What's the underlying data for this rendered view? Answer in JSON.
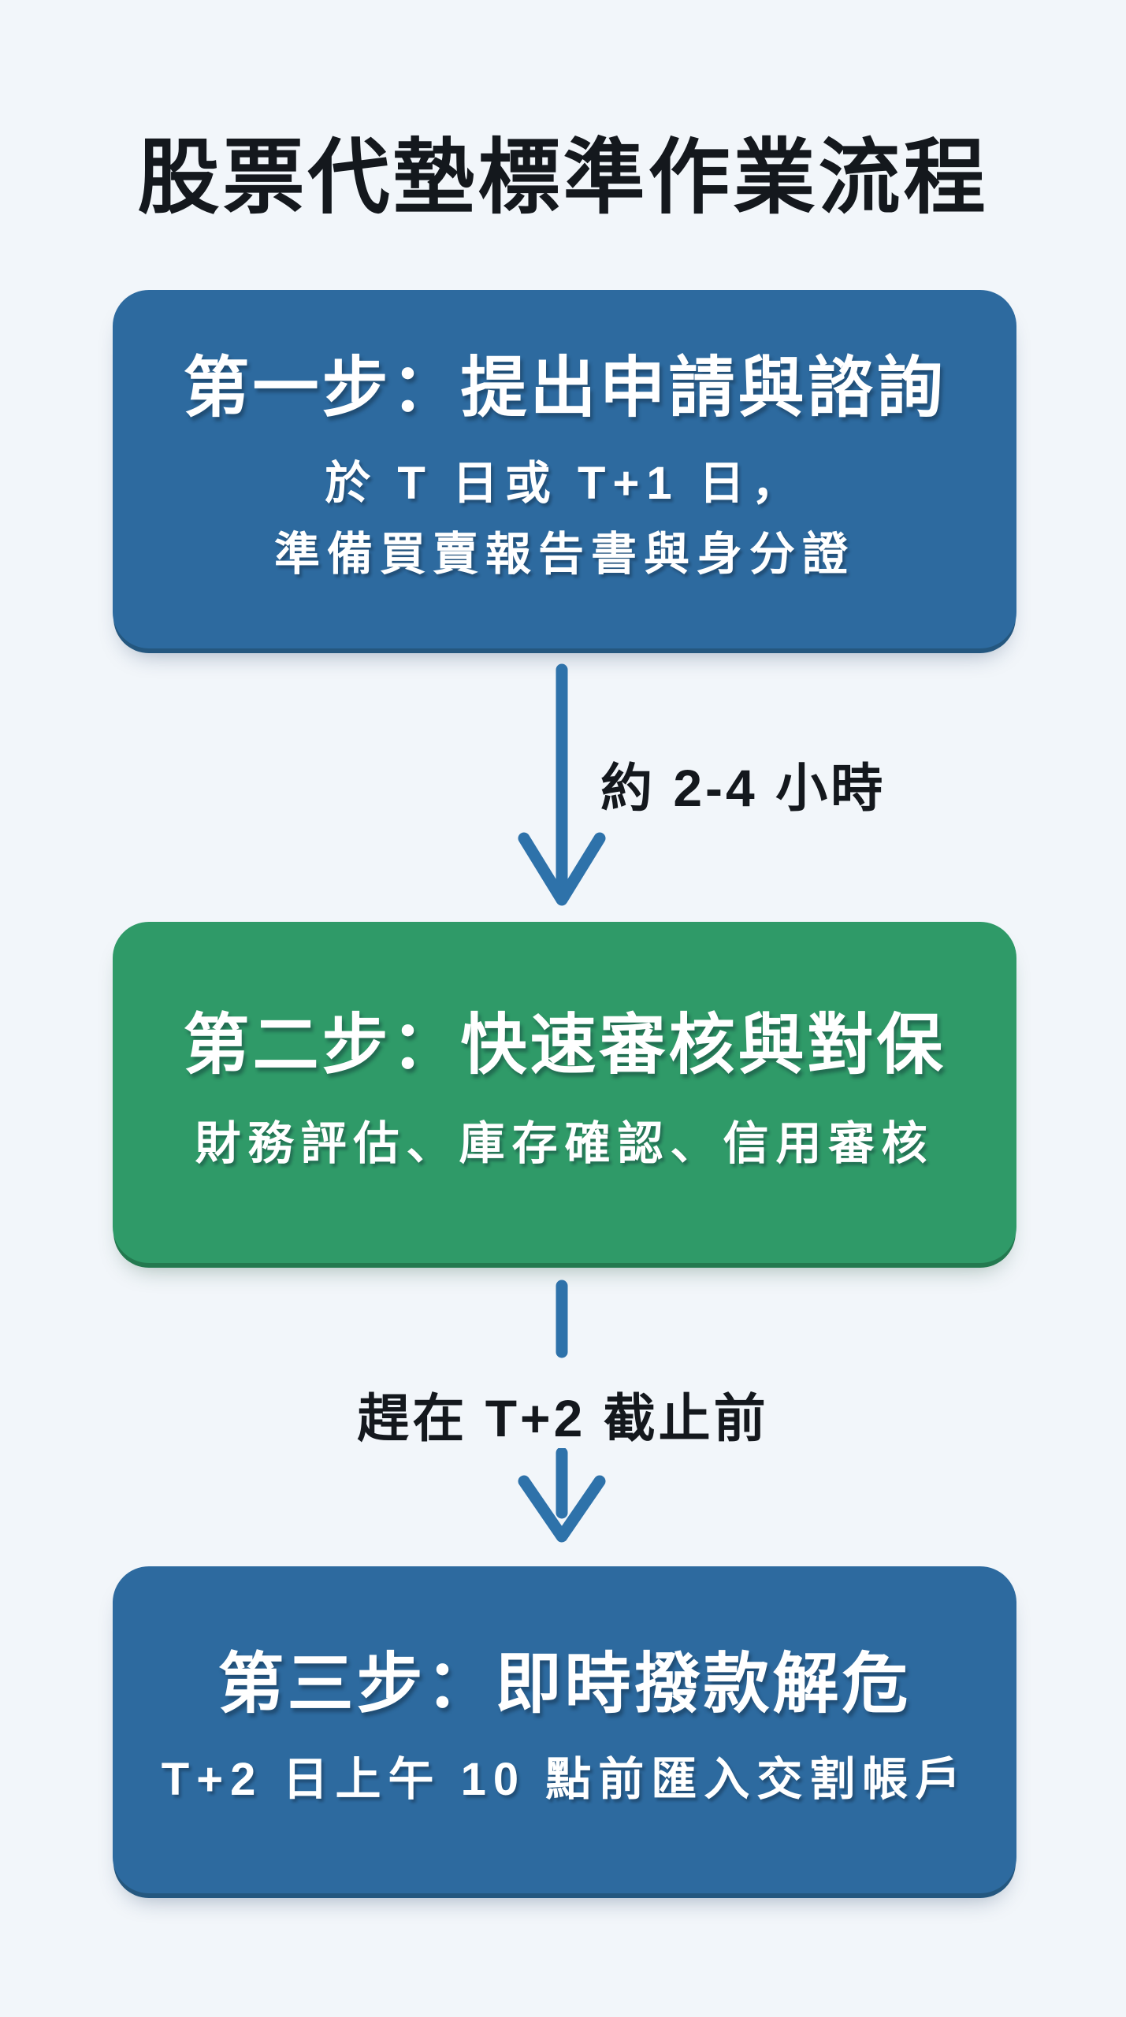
{
  "page": {
    "title": "股票代墊標準作業流程"
  },
  "colors": {
    "background": "#F2F6FA",
    "primary_blue": "#2D6A9F",
    "primary_blue_edge": "#24577F",
    "green": "#2F9A68",
    "green_edge": "#23794F",
    "arrow_blue": "#2E72AA",
    "text_dark": "#14181D",
    "text_light": "#FFFFFF"
  },
  "flow": {
    "steps": [
      {
        "id": "step-1",
        "variant": "blue",
        "heading": "第一步：提出申請與諮詢",
        "lines": [
          "於 T 日或 T+1 日，",
          "準備買賣報告書與身分證"
        ]
      },
      {
        "id": "step-2",
        "variant": "green",
        "heading": "第二步：快速審核與對保",
        "lines": [
          "財務評估、庫存確認、信用審核"
        ]
      },
      {
        "id": "step-3",
        "variant": "blue",
        "heading": "第三步：即時撥款解危",
        "lines": [
          "T+2 日上午 10 點前匯入交割帳戶"
        ]
      }
    ],
    "connectors": [
      {
        "id": "connector-1",
        "label": "約 2-4 小時",
        "label_position": "right-of-arrow"
      },
      {
        "id": "connector-2",
        "label": "趕在 T+2 截止前",
        "label_position": "between-arrow-segments"
      }
    ]
  }
}
